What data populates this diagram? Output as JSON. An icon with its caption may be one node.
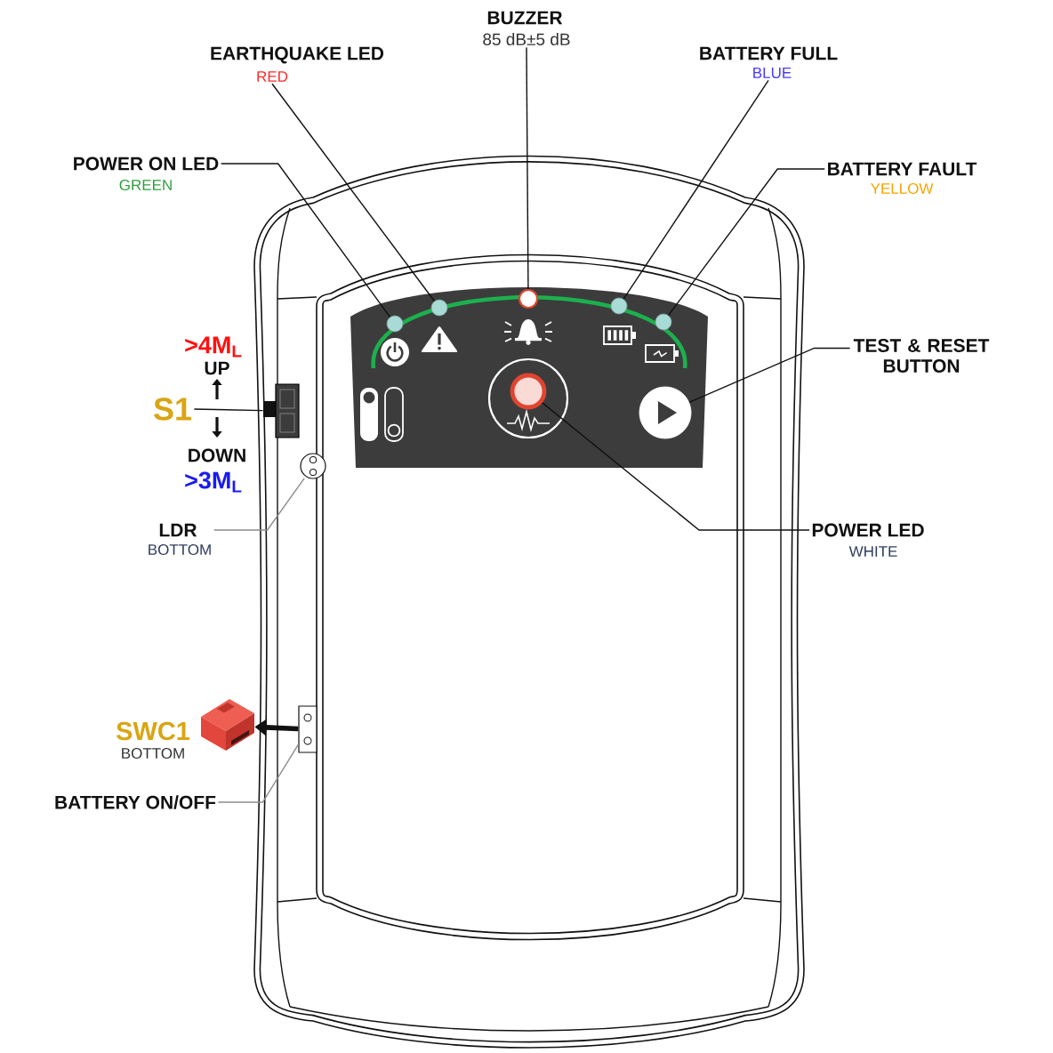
{
  "diagram": {
    "nodes": [
      {
        "text": [
          "BUZZER",
          "85 dB±5 dB"
        ]
      },
      {
        "text": [
          "EARTHQUAKE LED",
          "RED"
        ]
      },
      {
        "text": [
          "BATTERY FULL",
          "BLUE"
        ]
      },
      {
        "text": [
          "POWER ON LED",
          "GREEN"
        ]
      },
      {
        "text": [
          "BATTERY FAULT",
          "YELLOW"
        ]
      },
      {
        "text": [
          "S1"
        ]
      },
      {
        "text": [
          "TEST & RESET BUTTON"
        ]
      },
      {
        "text": [
          "POWER LED",
          "WHITE"
        ]
      },
      {
        "text": [
          "LDR",
          "BOTTOM"
        ]
      },
      {
        "text": [],
        "shape": "picture",
        "beside": [
          "SWC1",
          "BOTTOM"
        ]
      },
      {
        "text": [
          "BATTERY ON/OFF"
        ]
      },
      {
        "text": [],
        "shape": "circle"
      },
      {
        "text": [],
        "shape": "circle"
      },
      {
        "text": [],
        "shape": "circle"
      },
      {
        "text": [],
        "shape": "circle"
      },
      {
        "text": [],
        "shape": "circle"
      },
      {
        "text": [],
        "shape": "box"
      },
      {
        "text": [],
        "shape": "circle"
      },
      {
        "text": [],
        "shape": "circle"
      },
      {
        "text": [],
        "shape": "circle"
      },
      {
        "text": [],
        "shape": "box"
      }
    ],
    "edges": [
      {
        "from": 0,
        "to": 13,
        "arrow": "none"
      },
      {
        "from": 1,
        "to": 12,
        "arrow": "none"
      },
      {
        "from": 2,
        "to": 14,
        "arrow": "none"
      },
      {
        "from": 3,
        "to": 11,
        "arrow": "none"
      },
      {
        "from": 4,
        "to": 15,
        "arrow": "none"
      },
      {
        "from": 5,
        "to": 16,
        "arrow": "none"
      },
      {
        "from": 6,
        "to": 17,
        "arrow": "none"
      },
      {
        "from": 7,
        "to": 18,
        "arrow": "none"
      },
      {
        "from": 8,
        "to": 19,
        "arrow": "none",
        "color": "#8c8c8c"
      },
      {
        "from": 20,
        "to": 9,
        "arrow": "to",
        "style": "thick"
      },
      {
        "from": 10,
        "to": 20,
        "arrow": "none",
        "color": "#8c8c8c"
      }
    ],
    "labels": [
      ">4M$_{L}$",
      "UP",
      "DOWN",
      ">3M$_{L}$"
    ]
  }
}
